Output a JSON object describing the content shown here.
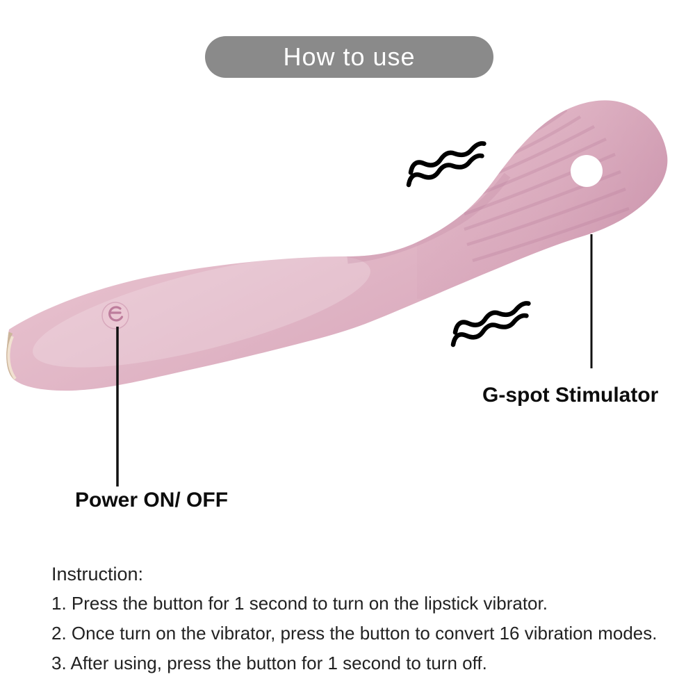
{
  "header": {
    "title": "How to use"
  },
  "product": {
    "name": "lipstick vibrator",
    "features": [
      "power button",
      "g-spot stimulator head",
      "strap hole",
      "ribbed texture"
    ],
    "vibration_modes_count": "16"
  },
  "callouts": {
    "gspot_label": "G-spot Stimulator",
    "power_label": "Power ON/ OFF"
  },
  "instructions": {
    "heading": "Instruction:",
    "steps": [
      "1. Press the button for 1 second to turn on the lipstick vibrator.",
      "2. Once turn on the vibrator, press the button to convert 16 vibration modes.",
      "3. After using, press the button for 1 second to turn off."
    ]
  },
  "colors": {
    "pill_bg": "#8a8a8a",
    "pill_text": "#ffffff",
    "product_light": "#eed3db",
    "product_mid": "#e2b9c8",
    "product_dark": "#cf9bb3",
    "tail_cap": "#c9b596",
    "label_text": "#0d0d0d",
    "instruction_text": "#222222",
    "callout_line": "#111111",
    "wave_icon": "#000000",
    "hole": "#ffffff"
  }
}
